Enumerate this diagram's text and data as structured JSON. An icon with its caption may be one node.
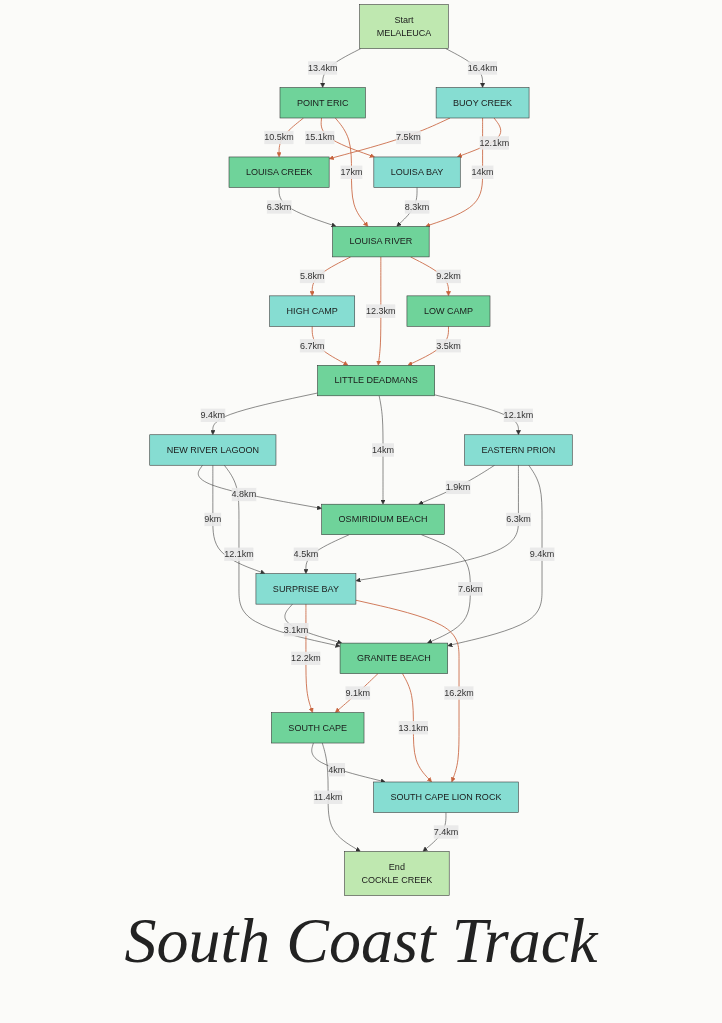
{
  "diagram": {
    "title": "South Coast Track",
    "nodes": [
      {
        "text": [
          "Start",
          "MELALEUCA"
        ]
      },
      {
        "text": [
          "POINT ERIC"
        ]
      },
      {
        "text": [
          "BUOY CREEK"
        ]
      },
      {
        "text": [
          "LOUISA CREEK"
        ]
      },
      {
        "text": [
          "LOUISA BAY"
        ]
      },
      {
        "text": [
          "LOUISA RIVER"
        ]
      },
      {
        "text": [
          "HIGH CAMP"
        ]
      },
      {
        "text": [
          "LOW CAMP"
        ]
      },
      {
        "text": [
          "LITTLE DEADMANS"
        ]
      },
      {
        "text": [
          "NEW RIVER LAGOON"
        ]
      },
      {
        "text": [
          "EASTERN PRION"
        ]
      },
      {
        "text": [
          "OSMIRIDIUM BEACH"
        ]
      },
      {
        "text": [
          "SURPRISE BAY"
        ]
      },
      {
        "text": [
          "GRANITE BEACH"
        ]
      },
      {
        "text": [
          "SOUTH CAPE"
        ]
      },
      {
        "text": [
          "SOUTH CAPE LION ROCK"
        ]
      },
      {
        "text": [
          "End",
          "COCKLE CREEK"
        ]
      }
    ],
    "edges": [
      {
        "from": 0,
        "to": 1,
        "arrow": "to",
        "label": "13.4km"
      },
      {
        "from": 0,
        "to": 2,
        "arrow": "to",
        "label": "16.4km"
      },
      {
        "from": 1,
        "to": 3,
        "arrow": "to",
        "label": "10.5km",
        "color": "#c8643f"
      },
      {
        "from": 1,
        "to": 4,
        "arrow": "to",
        "label": "15.1km",
        "color": "#c8643f"
      },
      {
        "from": 1,
        "to": 5,
        "arrow": "to",
        "label": "17km",
        "color": "#c8643f"
      },
      {
        "from": 2,
        "to": 3,
        "arrow": "to",
        "label": "7.5km",
        "color": "#c8643f"
      },
      {
        "from": 2,
        "to": 5,
        "arrow": "to",
        "label": "14km",
        "color": "#c8643f"
      },
      {
        "from": 2,
        "to": 4,
        "arrow": "to",
        "label": "12.1km",
        "color": "#c8643f"
      },
      {
        "from": 3,
        "to": 5,
        "arrow": "to",
        "label": "6.3km"
      },
      {
        "from": 4,
        "to": 5,
        "arrow": "to",
        "label": "8.3km"
      },
      {
        "from": 5,
        "to": 6,
        "arrow": "to",
        "label": "5.8km",
        "color": "#c8643f"
      },
      {
        "from": 5,
        "to": 8,
        "arrow": "to",
        "label": "12.3km",
        "color": "#c8643f"
      },
      {
        "from": 5,
        "to": 7,
        "arrow": "to",
        "label": "9.2km",
        "color": "#c8643f"
      },
      {
        "from": 6,
        "to": 8,
        "arrow": "to",
        "label": "6.7km",
        "color": "#c8643f"
      },
      {
        "from": 7,
        "to": 8,
        "arrow": "to",
        "label": "3.5km",
        "color": "#c8643f"
      },
      {
        "from": 8,
        "to": 9,
        "arrow": "to",
        "label": "9.4km"
      },
      {
        "from": 8,
        "to": 11,
        "arrow": "to",
        "label": "14km"
      },
      {
        "from": 8,
        "to": 10,
        "arrow": "to",
        "label": "12.1km"
      },
      {
        "from": 9,
        "to": 11,
        "arrow": "to",
        "label": "4.8km"
      },
      {
        "from": 9,
        "to": 12,
        "arrow": "to",
        "label": "9km"
      },
      {
        "from": 9,
        "to": 13,
        "arrow": "to",
        "label": "12.1km"
      },
      {
        "from": 10,
        "to": 11,
        "arrow": "to",
        "label": "1.9km"
      },
      {
        "from": 10,
        "to": 12,
        "arrow": "to",
        "label": "6.3km"
      },
      {
        "from": 10,
        "to": 13,
        "arrow": "to",
        "label": "9.4km"
      },
      {
        "from": 11,
        "to": 12,
        "arrow": "to",
        "label": "4.5km"
      },
      {
        "from": 11,
        "to": 13,
        "arrow": "to",
        "label": "7.6km"
      },
      {
        "from": 12,
        "to": 13,
        "arrow": "to",
        "label": "3.1km"
      },
      {
        "from": 12,
        "to": 14,
        "arrow": "to",
        "label": "12.2km",
        "color": "#c8643f"
      },
      {
        "from": 12,
        "to": 15,
        "arrow": "to",
        "label": "16.2km",
        "color": "#c8643f"
      },
      {
        "from": 13,
        "to": 14,
        "arrow": "to",
        "label": "9.1km",
        "color": "#c8643f"
      },
      {
        "from": 13,
        "to": 15,
        "arrow": "to",
        "label": "13.1km",
        "color": "#c8643f"
      },
      {
        "from": 14,
        "to": 15,
        "arrow": "to",
        "label": "4km"
      },
      {
        "from": 14,
        "to": 16,
        "arrow": "to",
        "label": "11.4km"
      },
      {
        "from": 15,
        "to": 16,
        "arrow": "to",
        "label": "7.4km"
      }
    ]
  }
}
